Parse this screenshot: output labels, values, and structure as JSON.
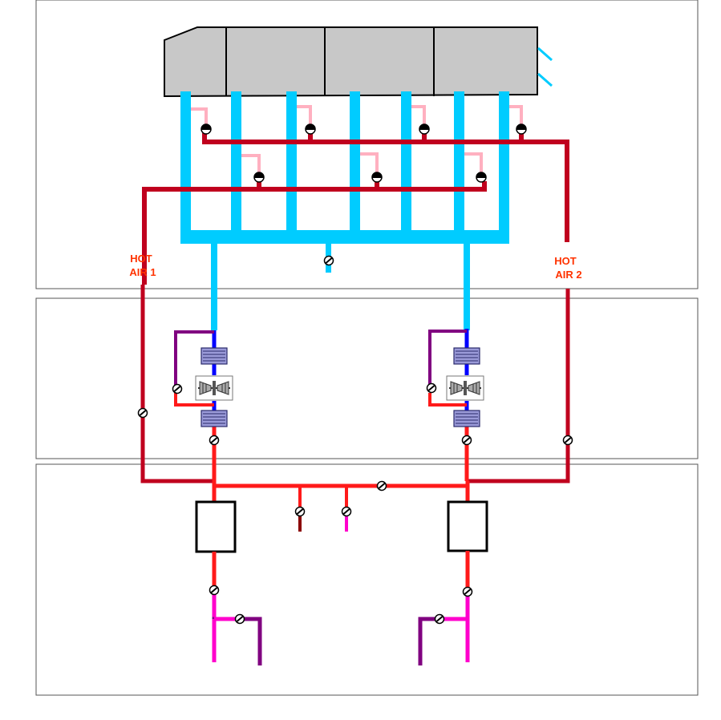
{
  "labels": {
    "hot_air_1": [
      "HOT",
      "AIR 1"
    ],
    "hot_air_2": [
      "HOT",
      "AIR 2"
    ]
  },
  "colors": {
    "background": "#ffffff",
    "panel_border": "#555555",
    "duct_body": "#c8c8c8",
    "cold_air": "#00ccff",
    "hot_air": "#c0001e",
    "trim_air": "#ffb0c0",
    "mixed_air": "#ff1a1a",
    "bleed_low": "#800080",
    "bleed_high": "#ff00cc",
    "cold_outlet": "#0000ff",
    "hx_fill": "#9a9ad8",
    "label": "#ff3300"
  },
  "icons": [
    "valve-icon",
    "heat-exchanger-icon",
    "air-cycle-machine-icon",
    "pack-valve-icon",
    "mixer-unit-icon"
  ]
}
